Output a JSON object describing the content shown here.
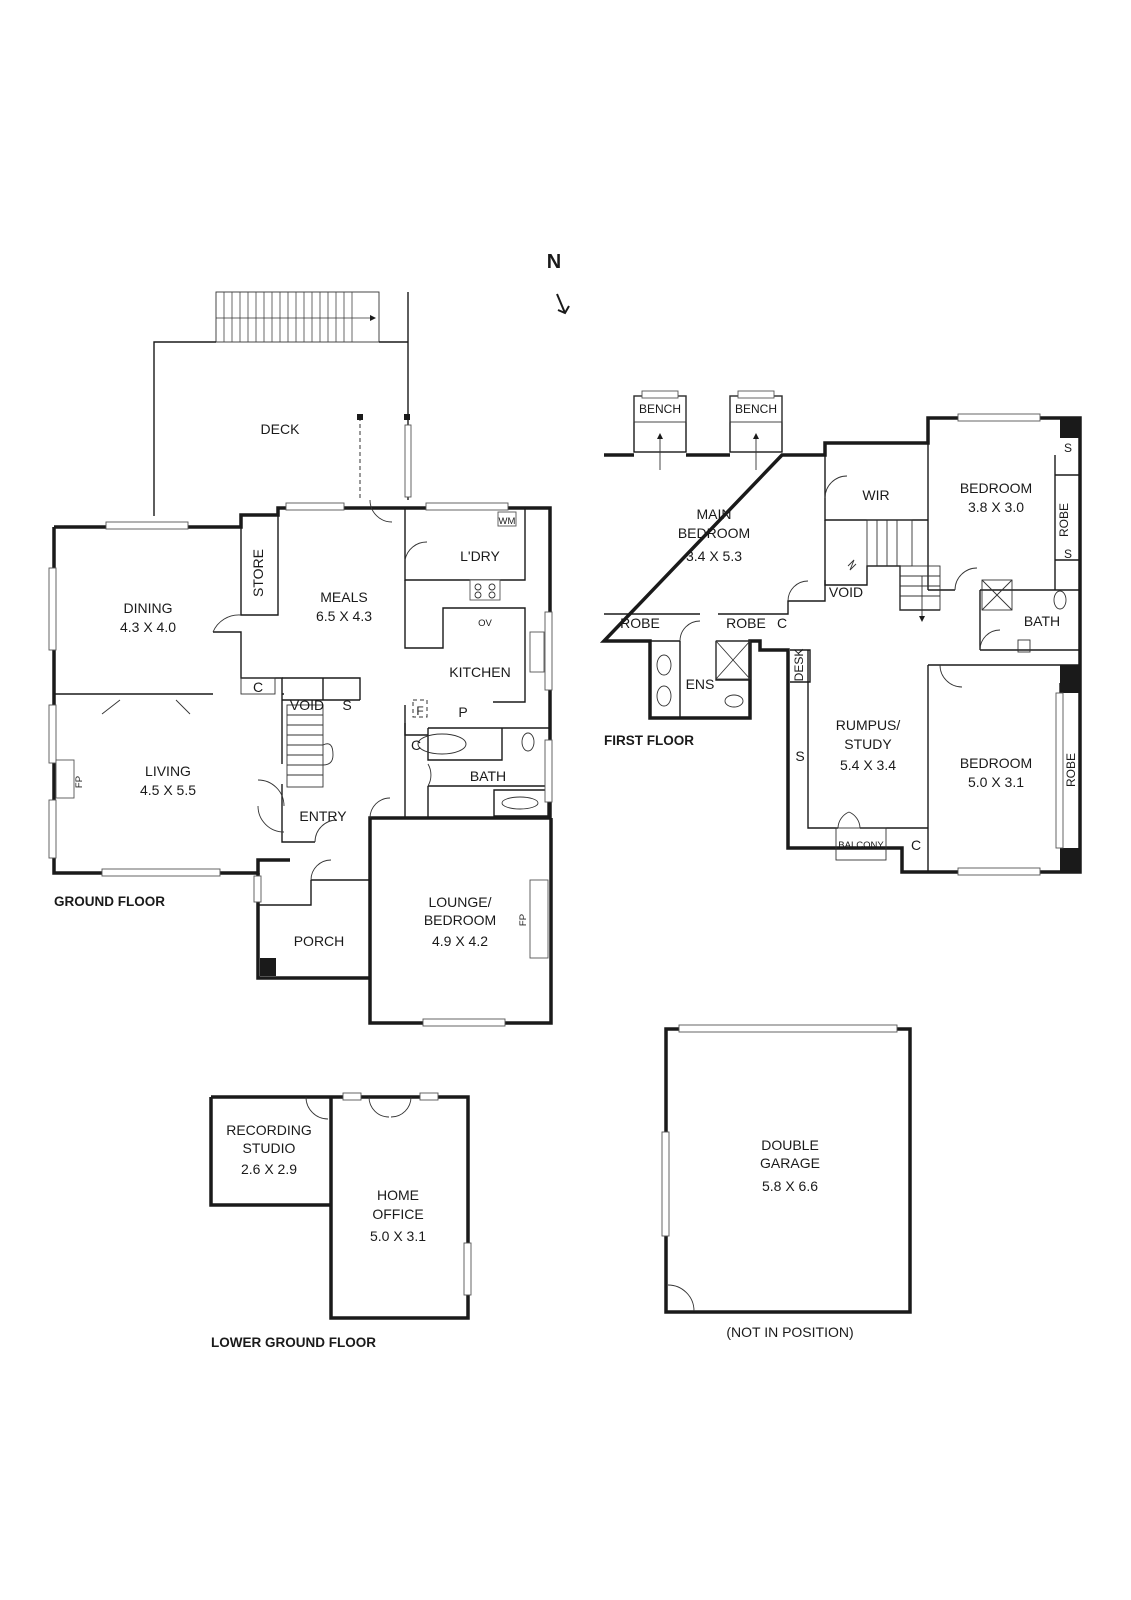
{
  "compass": {
    "label": "N"
  },
  "floors": {
    "ground": "GROUND FLOOR",
    "first": "FIRST FLOOR",
    "lower_ground": "LOWER GROUND FLOOR",
    "garage_note": "(NOT IN POSITION)"
  },
  "ground_floor": {
    "deck": "DECK",
    "dining": {
      "name": "DINING",
      "size": "4.3 X 4.0"
    },
    "store": "STORE",
    "meals": {
      "name": "MEALS",
      "size": "6.5 X 4.3"
    },
    "laundry": "L'DRY",
    "wm": "WM",
    "oven": "OV",
    "kitchen": "KITCHEN",
    "fridge": "F",
    "pantry": "P",
    "closet_c": "C",
    "void": "VOID",
    "stair_s": "S",
    "living": {
      "name": "LIVING",
      "size": "4.5 X 5.5"
    },
    "fireplace": "FP",
    "entry": "ENTRY",
    "bath": "BATH",
    "porch": "PORCH",
    "lounge": {
      "name_line1": "LOUNGE/",
      "name_line2": "BEDROOM",
      "size": "4.9 X 4.2"
    }
  },
  "first_floor": {
    "bench": "BENCH",
    "main_bedroom": {
      "name_line1": "MAIN",
      "name_line2": "BEDROOM",
      "size": "3.4 X 5.3"
    },
    "robe": "ROBE",
    "closet_c": "C",
    "ens": "ENS",
    "wir": "WIR",
    "void": "VOID",
    "desk": "DESK",
    "rumpus": {
      "name_line1": "RUMPUS/",
      "name_line2": "STUDY",
      "size": "5.4 X 3.4"
    },
    "shelf_s": "S",
    "balcony": "BALCONY",
    "bedroom_a": {
      "name": "BEDROOM",
      "size": "3.8 X 3.0"
    },
    "bath": "BATH",
    "bedroom_b": {
      "name": "BEDROOM",
      "size": "5.0 X 3.1"
    }
  },
  "lower_ground_floor": {
    "recording": {
      "name_line1": "RECORDING",
      "name_line2": "STUDIO",
      "size": "2.6 X 2.9"
    },
    "home_office": {
      "name_line1": "HOME",
      "name_line2": "OFFICE",
      "size": "5.0 X 3.1"
    }
  },
  "garage": {
    "name_line1": "DOUBLE",
    "name_line2": "GARAGE",
    "size": "5.8 X 6.6"
  }
}
